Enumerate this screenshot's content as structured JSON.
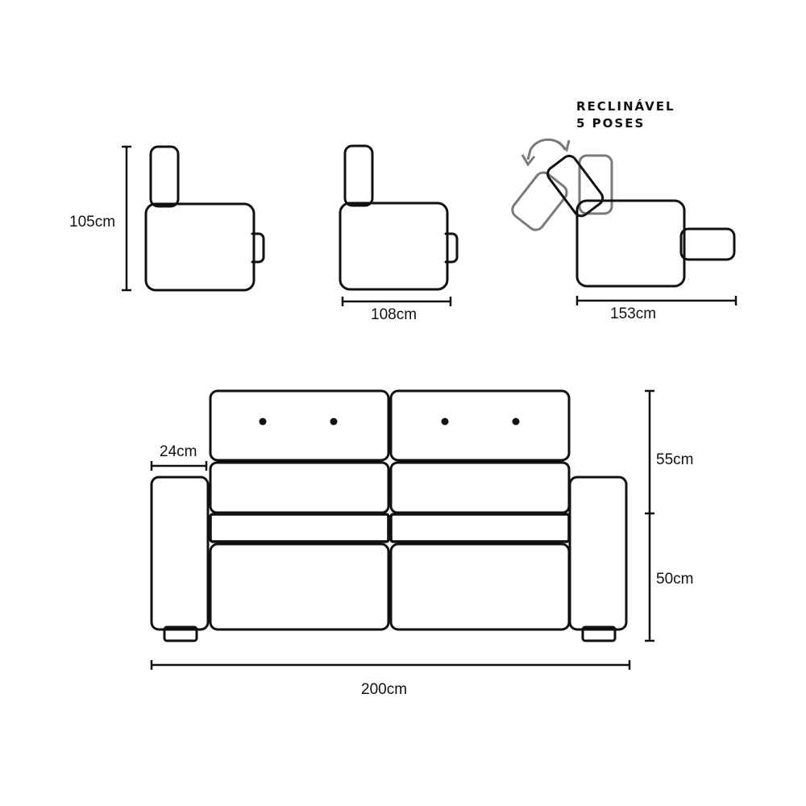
{
  "dimensions": {
    "side_height": "105cm",
    "side_depth": "108cm",
    "reclined_depth": "153cm",
    "arm_width": "24cm",
    "back_height": "55cm",
    "seat_height": "50cm",
    "total_width": "200cm"
  },
  "recliner": {
    "line1": "RECLINÁVEL",
    "line2": "5 POSES",
    "rotate_icon": "rotate-arrow-icon"
  },
  "colors": {
    "outline": "#111111",
    "ghost": "#7a7a7a",
    "background": "#ffffff"
  }
}
